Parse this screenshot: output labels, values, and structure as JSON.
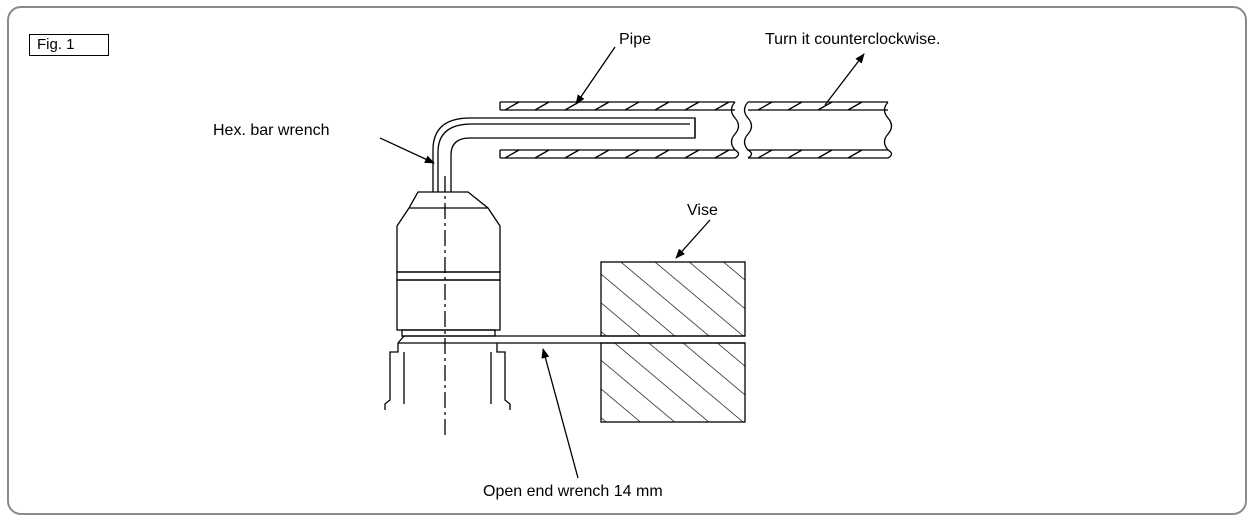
{
  "figure": {
    "tag": "Fig. 1",
    "labels": {
      "pipe": "Pipe",
      "turn": "Turn it counterclockwise.",
      "hex_wrench": "Hex. bar wrench",
      "vise": "Vise",
      "open_end_wrench": "Open end wrench 14 mm"
    }
  }
}
